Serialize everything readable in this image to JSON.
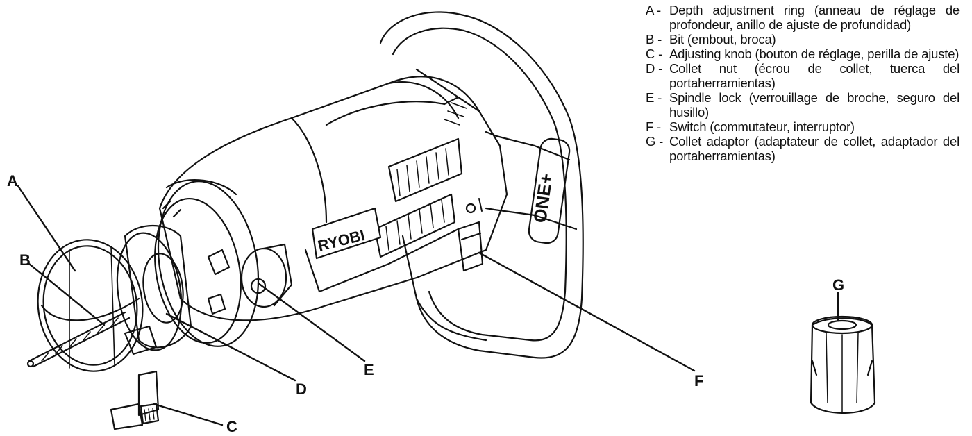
{
  "callouts": {
    "A": "A",
    "B": "B",
    "C": "C",
    "D": "D",
    "E": "E",
    "F": "F",
    "G": "G"
  },
  "brand": {
    "ryobi": "RYOBI",
    "one_plus": "ONE+"
  },
  "legend": [
    {
      "key": "A -",
      "text": "Depth adjustment ring (anneau de réglage de profondeur, anillo de ajuste de profundidad)"
    },
    {
      "key": "B -",
      "text": "Bit (embout, broca)"
    },
    {
      "key": "C -",
      "text": "Adjusting knob (bouton de réglage, perilla de ajuste)"
    },
    {
      "key": "D -",
      "text": "Collet nut (écrou de collet, tuerca del portaherramientas)"
    },
    {
      "key": "E -",
      "text": "Spindle lock (verrouillage de broche, seguro del husillo)"
    },
    {
      "key": "F -",
      "text": "Switch (commutateur, interruptor)"
    },
    {
      "key": "G -",
      "text": "Collet adaptor (adaptateur de collet, adaptador del portaherramientas)"
    }
  ]
}
